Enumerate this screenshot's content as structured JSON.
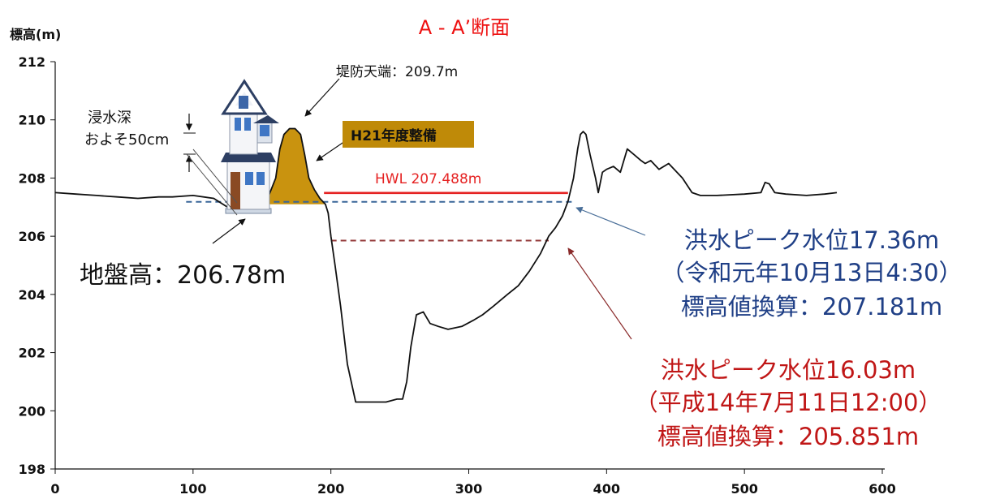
{
  "chart_data": {
    "type": "line",
    "title": "A - A’断面",
    "ylabel": "標高(m)",
    "xlabel": "",
    "xlim": [
      0,
      600
    ],
    "ylim": [
      198,
      212
    ],
    "xticks": [
      "0",
      "100",
      "200",
      "300",
      "400",
      "500",
      "600"
    ],
    "yticks": [
      "198",
      "200",
      "202",
      "204",
      "206",
      "208",
      "210",
      "212"
    ],
    "series": [
      {
        "name": "",
        "x": [
          0,
          15,
          30,
          45,
          60,
          75,
          85,
          100,
          115,
          125,
          135,
          145,
          150,
          155,
          160,
          163,
          166,
          170,
          174,
          178,
          181,
          184,
          188,
          192,
          196,
          198,
          200,
          203,
          207,
          212,
          218,
          222,
          227,
          233,
          240,
          248,
          252,
          255,
          258,
          262,
          267,
          272,
          278,
          285,
          295,
          303,
          310,
          318,
          328,
          336,
          344,
          352,
          358,
          363,
          368,
          372,
          376,
          379,
          381,
          383,
          385,
          388,
          392,
          394,
          397,
          400,
          405,
          410,
          415,
          420,
          425,
          428,
          432,
          438,
          445,
          455,
          462,
          468,
          472,
          480,
          500,
          512,
          515,
          518,
          522,
          530,
          545,
          558,
          567
        ],
        "y": [
          207.5,
          207.45,
          207.4,
          207.35,
          207.3,
          207.35,
          207.35,
          207.4,
          207.3,
          207.0,
          206.85,
          206.85,
          207.1,
          207.4,
          208.0,
          209.0,
          209.5,
          209.7,
          209.7,
          209.5,
          208.8,
          208.0,
          207.6,
          207.3,
          207.1,
          206.8,
          206.0,
          205.0,
          203.6,
          201.6,
          200.3,
          200.3,
          200.3,
          200.3,
          200.3,
          200.4,
          200.4,
          201.0,
          202.2,
          203.3,
          203.4,
          203.0,
          202.9,
          202.8,
          202.9,
          203.1,
          203.3,
          203.6,
          204.0,
          204.3,
          204.8,
          205.4,
          206.0,
          206.3,
          206.7,
          207.2,
          208.0,
          209.0,
          209.5,
          209.6,
          209.5,
          208.8,
          208.0,
          207.5,
          208.2,
          208.3,
          208.4,
          208.2,
          209.0,
          208.8,
          208.6,
          208.5,
          208.6,
          208.3,
          208.5,
          208.0,
          207.5,
          207.4,
          207.4,
          207.4,
          207.45,
          207.5,
          207.85,
          207.8,
          207.5,
          207.45,
          207.4,
          207.45,
          207.5
        ]
      }
    ],
    "reference_lines": [
      {
        "label": "HWL 207.488m",
        "y": 207.488,
        "x_range": [
          195,
          372
        ],
        "color": "#e52222"
      },
      {
        "label": "",
        "y": 207.181,
        "x_range": [
          95,
          375
        ],
        "color": "#3a6699",
        "dashed": true
      },
      {
        "label": "",
        "y": 205.851,
        "x_range": [
          200,
          358
        ],
        "color": "#943a3a",
        "dashed": true
      }
    ],
    "annotations": {
      "levee_top": "堤防天端：209.7m",
      "improvement": "H21年度整備",
      "flood_depth_line1": "浸水深",
      "flood_depth_line2": "およそ50cm",
      "ground_height": "地盤高：206.78m",
      "peak_2019_line1": "洪水ピーク水位17.36m",
      "peak_2019_line2": "（令和元年10月13日4:30）",
      "peak_2019_line3": "標高値換算：207.181m",
      "peak_2002_line1": "洪水ピーク水位16.03m",
      "peak_2002_line2": "（平成14年7月11日12:00）",
      "peak_2002_line3": "標高値換算：205.851m"
    },
    "colors": {
      "title": "#ee1111",
      "hwl": "#e52222",
      "peak_2019": "#1f3f86",
      "peak_2002": "#c01616",
      "levee_fill": "#c9930f",
      "improvement_box": "#bf8a08"
    },
    "grid": false,
    "legend": "none"
  }
}
